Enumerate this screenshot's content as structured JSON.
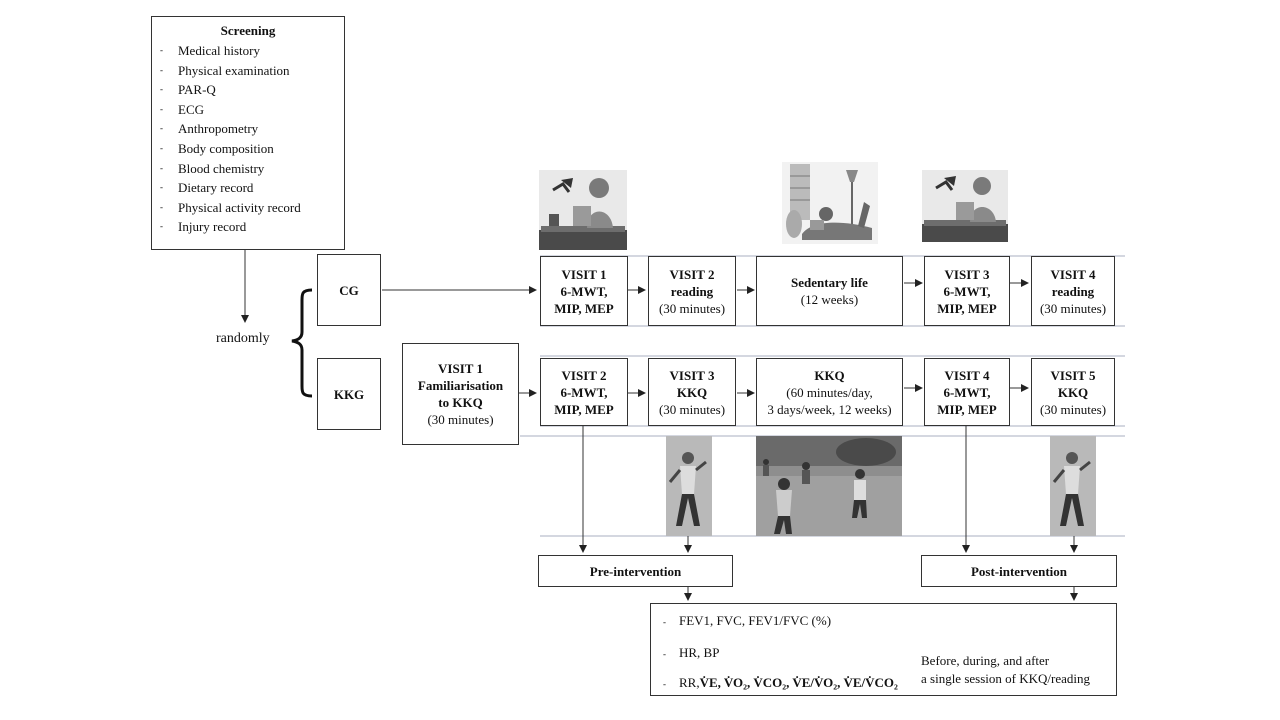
{
  "screening": {
    "title": "Screening",
    "items": [
      "Medical history",
      "Physical examination",
      "PAR-Q",
      "ECG",
      "Anthropometry",
      "Body composition",
      "Blood chemistry",
      "Dietary record",
      "Physical activity record",
      "Injury record"
    ]
  },
  "randomly_label": "randomly",
  "groups": {
    "cg": "CG",
    "kkg": "KKG"
  },
  "cg_row": {
    "visit1": {
      "title": "VISIT 1",
      "line2": "6-MWT,",
      "line3": "MIP, MEP"
    },
    "visit2": {
      "title": "VISIT 2",
      "line2": "reading",
      "line3": "(30 minutes)"
    },
    "sedentary": {
      "title": "Sedentary life",
      "line2": "(12 weeks)"
    },
    "visit3": {
      "title": "VISIT 3",
      "line2": "6-MWT,",
      "line3": "MIP, MEP"
    },
    "visit4": {
      "title": "VISIT 4",
      "line2": "reading",
      "line3": "(30 minutes)"
    }
  },
  "kkg_row": {
    "visit1": {
      "title": "VISIT 1",
      "line2": "Familiarisation",
      "line3": "to KKQ",
      "line4": "(30 minutes)"
    },
    "visit2": {
      "title": "VISIT 2",
      "line2": "6-MWT,",
      "line3": "MIP, MEP"
    },
    "visit3": {
      "title": "VISIT 3",
      "line2": "KKQ",
      "line3": "(30 minutes)"
    },
    "kkq": {
      "title": "KKQ",
      "line2": "(60 minutes/day,",
      "line3": "3 days/week, 12 weeks)"
    },
    "visit4": {
      "title": "VISIT 4",
      "line2": "6-MWT,",
      "line3": "MIP, MEP"
    },
    "visit5": {
      "title": "VISIT 5",
      "line2": "KKQ",
      "line3": "(30 minutes)"
    }
  },
  "pre_intervention": "Pre-intervention",
  "post_intervention": "Post-intervention",
  "outcomes": {
    "line1": "FEV1, FVC, FEV1/FVC (%)",
    "line2": "HR, BP",
    "line3_prefix": "RR,",
    "line3_vars": "V̇E, V̇O₂, V̇CO₂, V̇E/V̇O₂, V̇E/V̇CO₂",
    "brace_note_1": "Before, during, and after",
    "brace_note_2": "a single session of KKQ/reading"
  }
}
